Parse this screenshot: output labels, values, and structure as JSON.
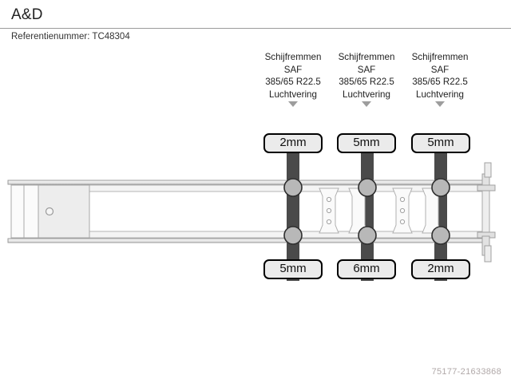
{
  "header": {
    "title": "A&D",
    "reference_label": "Referentienummer: TC48304"
  },
  "axles": [
    {
      "id": "axle-1",
      "brake_type": "Schijfremmen",
      "make": "SAF",
      "tire_size": "385/65 R22.5",
      "suspension": "Luchtvering",
      "arrow_icon": "triangle-down-icon",
      "tread_top": "2mm",
      "tread_bottom": "5mm"
    },
    {
      "id": "axle-2",
      "brake_type": "Schijfremmen",
      "make": "SAF",
      "tire_size": "385/65 R22.5",
      "suspension": "Luchtvering",
      "arrow_icon": "triangle-down-icon",
      "tread_top": "5mm",
      "tread_bottom": "6mm"
    },
    {
      "id": "axle-3",
      "brake_type": "Schijfremmen",
      "make": "SAF",
      "tire_size": "385/65 R22.5",
      "suspension": "Luchtvering",
      "arrow_icon": "triangle-down-icon",
      "tread_top": "5mm",
      "tread_bottom": "2mm"
    }
  ],
  "diagram": {
    "name": "trailer-chassis-top-view",
    "kingpin_icon": "kingpin-circle-icon",
    "colors": {
      "frame_fill": "#f2f2f2",
      "frame_stroke": "#9a9a9a",
      "axle_beam": "#4a4a4a",
      "hub_fill": "#b8b8b8",
      "box_fill": "#ebebeb",
      "box_stroke": "#000000",
      "divider": "#9a9a9a",
      "watermark": "#b0a8a8"
    }
  },
  "watermark": {
    "text": "75177-21633868"
  }
}
